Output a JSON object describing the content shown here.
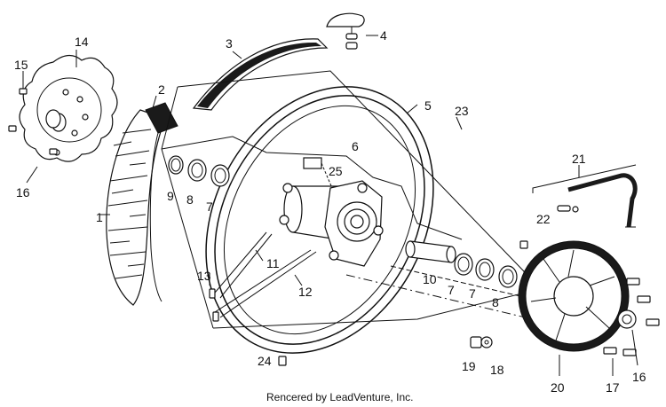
{
  "diagram": {
    "part_numbers": [
      "1",
      "2",
      "3",
      "4",
      "5",
      "6",
      "7",
      "8",
      "9",
      "10",
      "11",
      "12",
      "13",
      "14",
      "15",
      "16",
      "17",
      "18",
      "19",
      "20",
      "21",
      "22",
      "23",
      "24",
      "25"
    ],
    "repeated_labels": {
      "label_7a": "7",
      "label_8a": "8",
      "label_7b": "7",
      "label_7c": "7",
      "label_8b": "8",
      "label_16b": "16"
    },
    "credit": "Rencered by LeadVenture, Inc."
  }
}
